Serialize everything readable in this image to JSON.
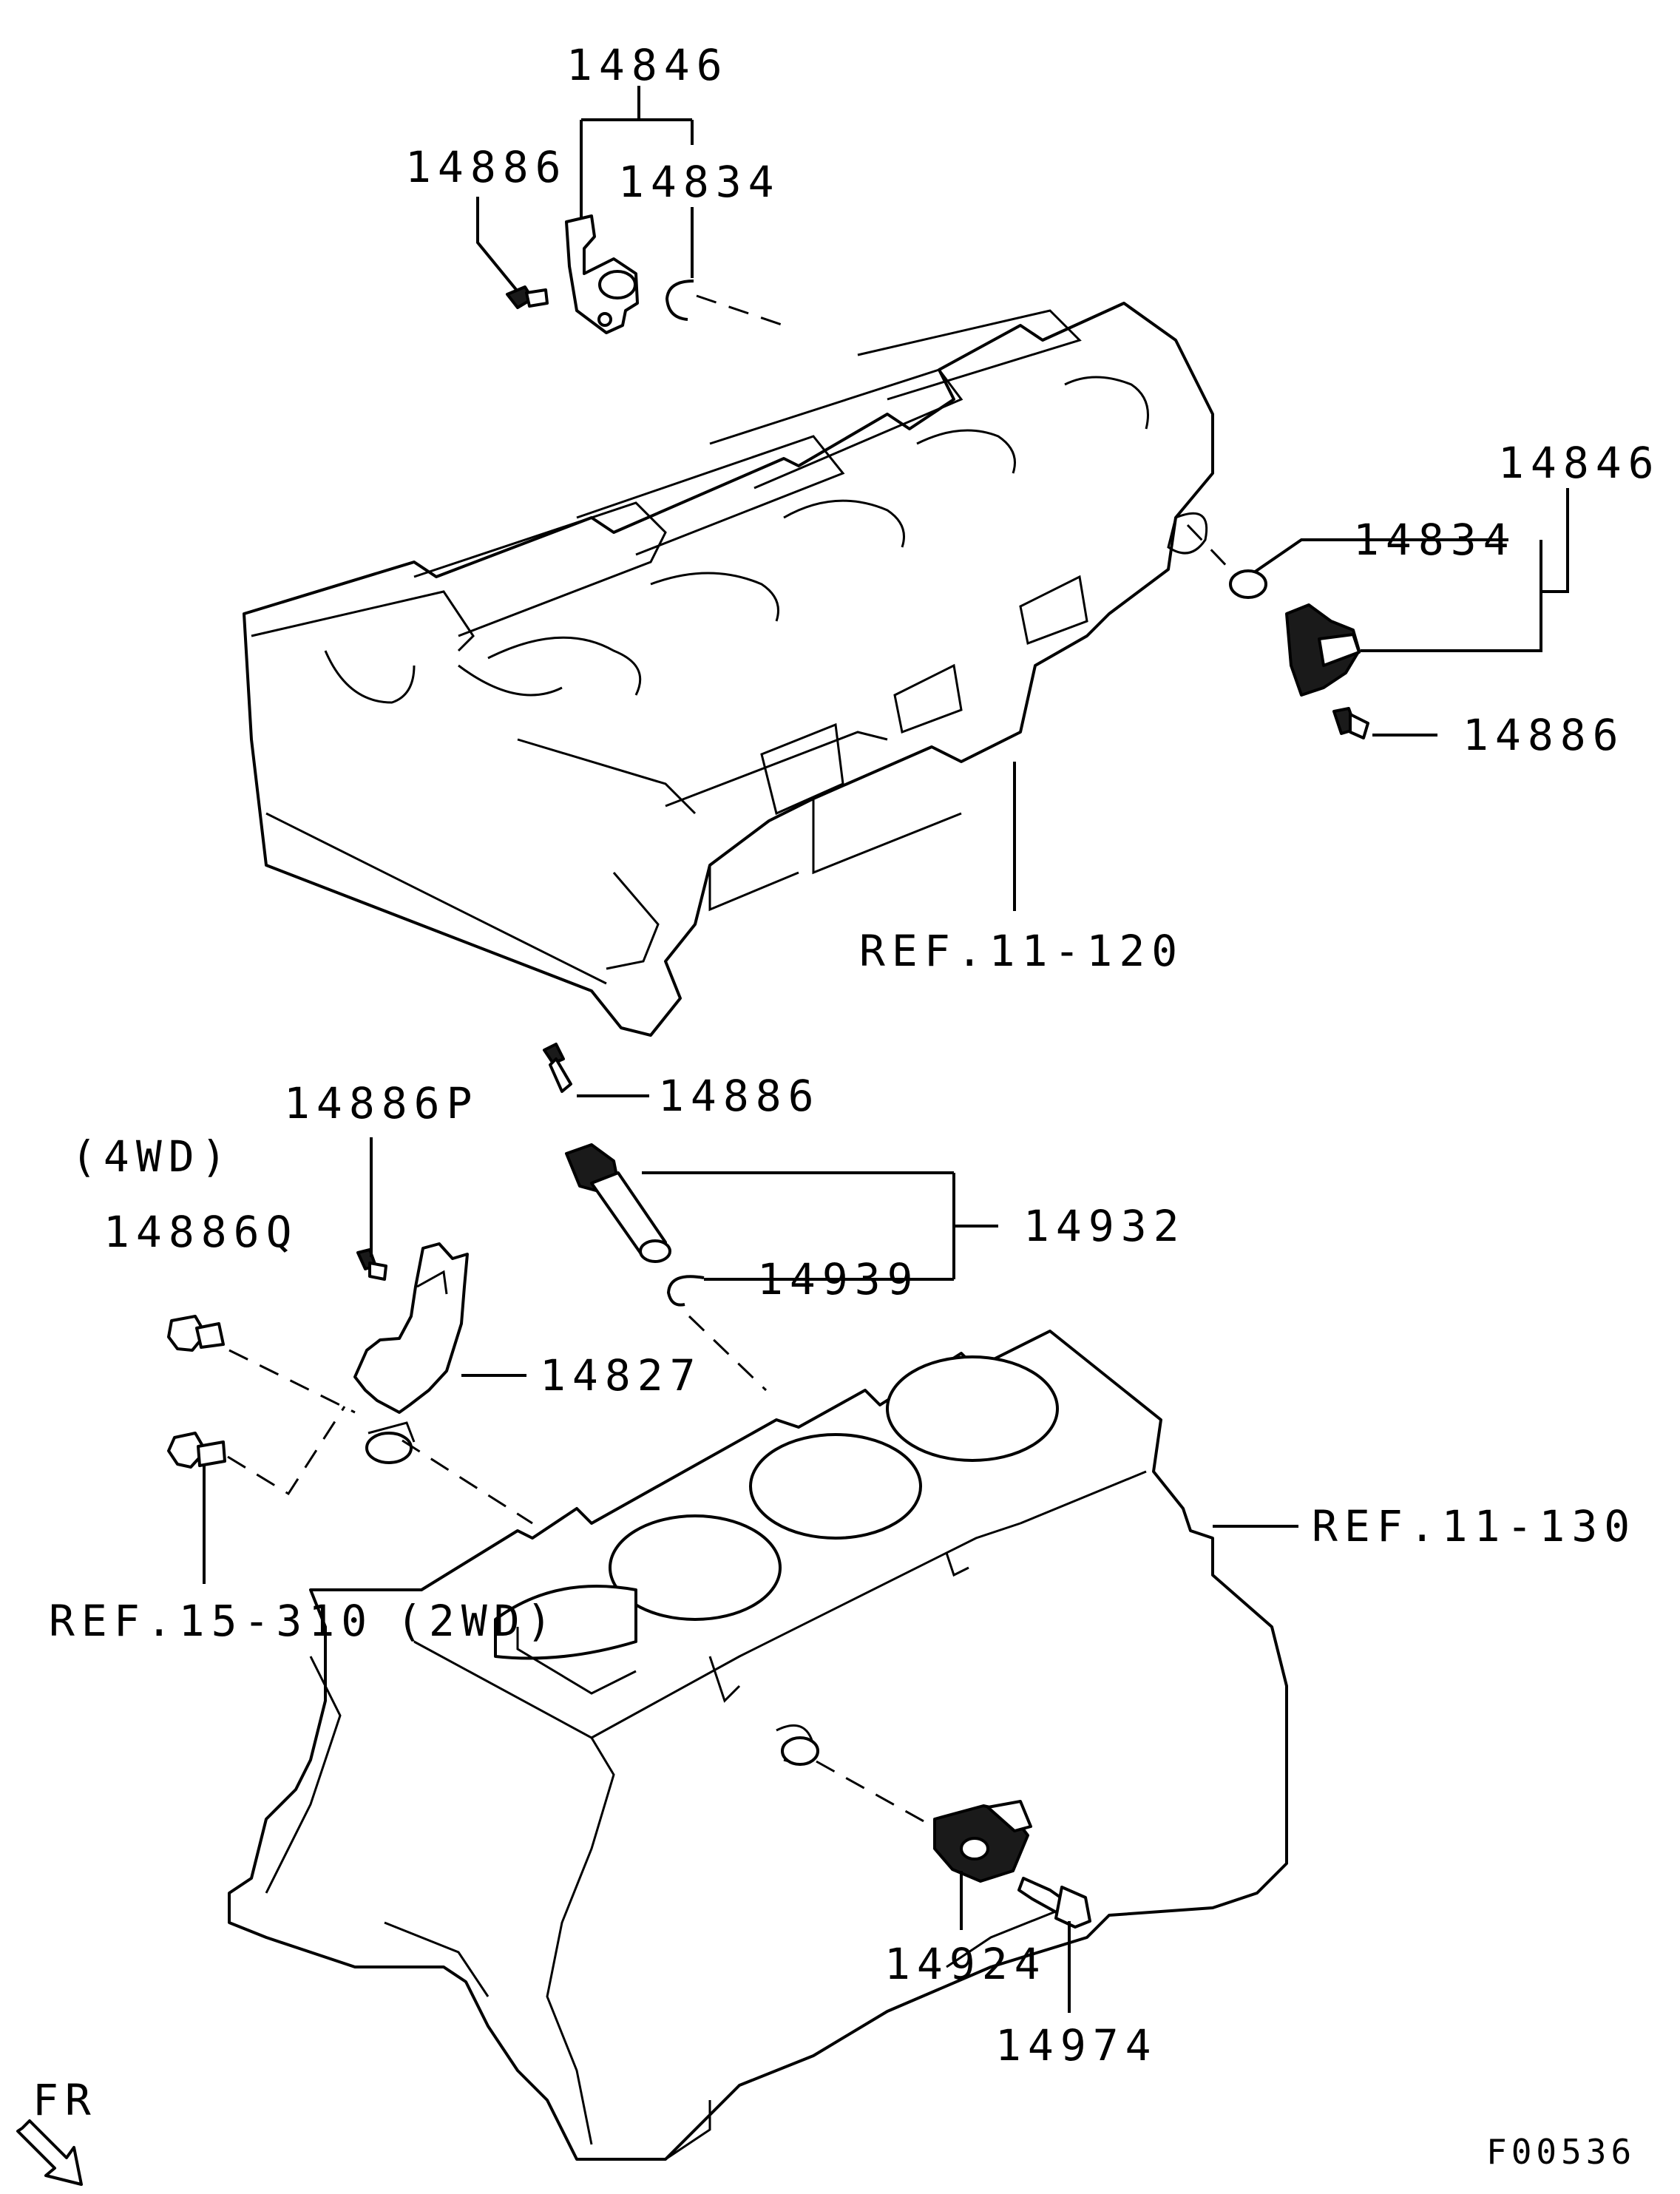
{
  "labels": {
    "cam_sensor_assy_top": "14846",
    "bolt_top_left": "14886",
    "oring_top": "14834",
    "cam_sensor_assy_right": "14846",
    "oring_right": "14834",
    "bolt_right": "14886",
    "ref_head": "REF.11-120",
    "bolt_crank": "14886",
    "bolt_p": "14886P",
    "variant_4wd": "(4WD)",
    "bolt_q": "14886Q",
    "crank_sensor_assy": "14932",
    "oring_crank": "14939",
    "bracket": "14827",
    "ref_block": "REF.11-130",
    "ref_oil": "REF.15-310",
    "variant_2wd": "(2WD)",
    "knock_sensor": "14924",
    "knock_bolt": "14974",
    "front_indicator": "FR",
    "figure_id": "F00536"
  },
  "icons": {
    "front_arrow": "arrow-down-right-icon"
  }
}
